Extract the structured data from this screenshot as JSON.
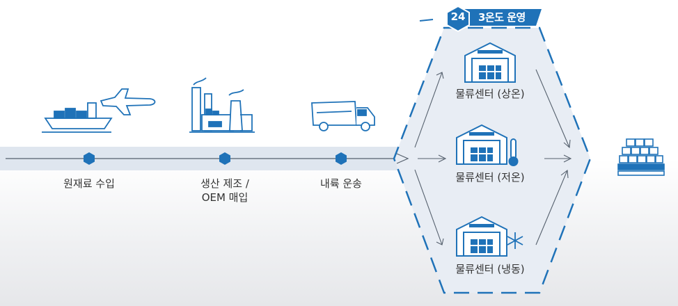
{
  "colors": {
    "primary": "#1f72b8",
    "band": "#dfe6ef",
    "hex_fill": "#e8edf4",
    "line": "#556677"
  },
  "badge": {
    "number": "24",
    "text": "3온도 운영"
  },
  "steps": [
    {
      "label": "원재료 수입",
      "icon": "ship-and-airplane-icon"
    },
    {
      "label": "생산 제조 /\nOEM 매입",
      "icon": "factory-icon"
    },
    {
      "label": "내륙 운송",
      "icon": "truck-icon"
    }
  ],
  "centers": [
    {
      "label": "물류센터 (상온)",
      "icon": "warehouse-icon"
    },
    {
      "label": "물류센터 (저온)",
      "icon": "warehouse-thermometer-icon"
    },
    {
      "label": "물류센터 (냉동)",
      "icon": "warehouse-snowflake-icon"
    }
  ],
  "destination": {
    "icon": "stacked-boxes-icon"
  }
}
